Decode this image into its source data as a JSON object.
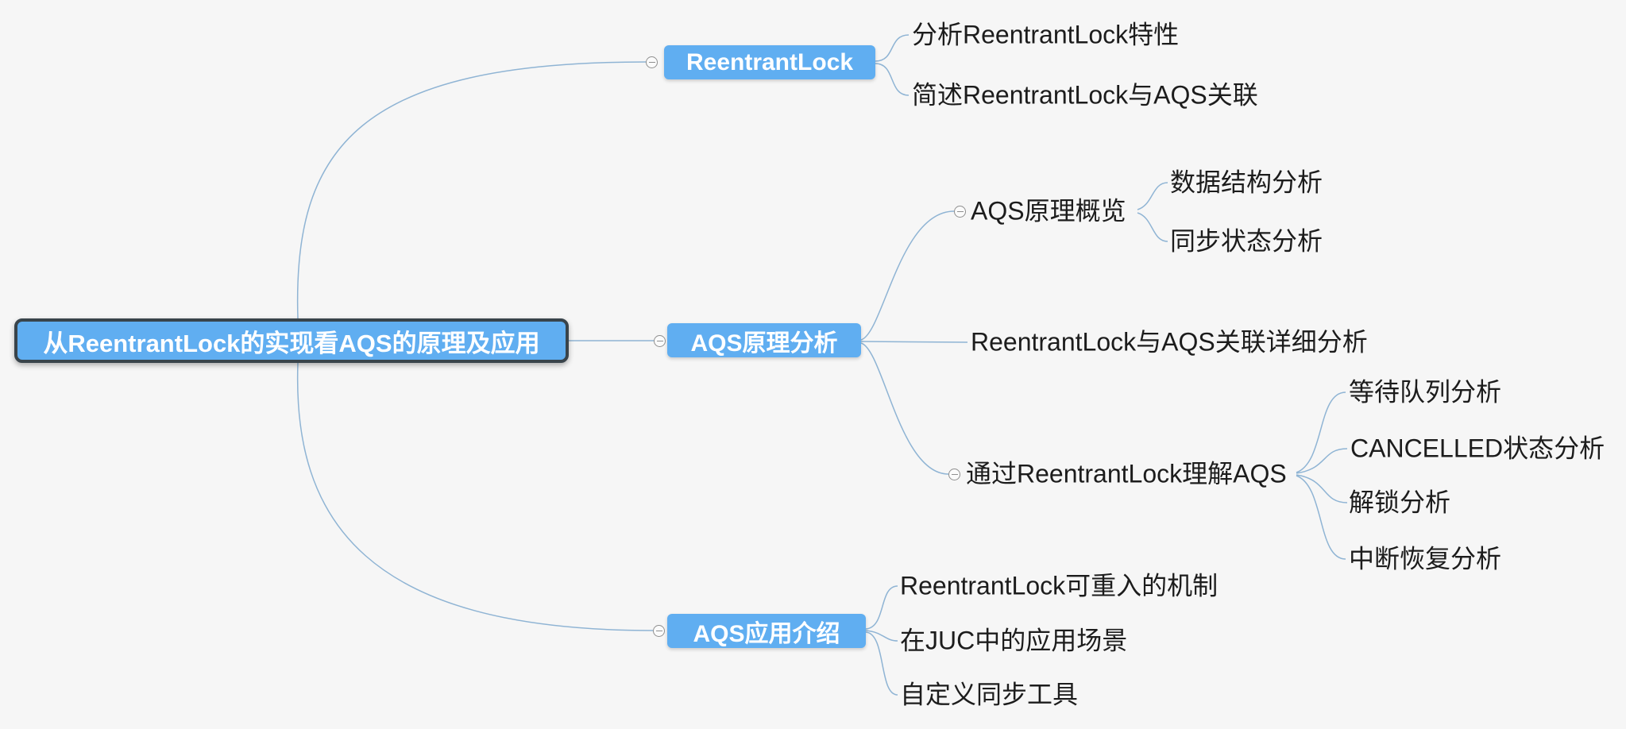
{
  "app": {
    "type": "mindmap",
    "colors": {
      "background": "#f6f6f6",
      "node_fill": "#60aef1",
      "node_text": "#ffffff",
      "root_border": "#39444b",
      "edge": "#8fb4d4",
      "leaf_text": "#1c1c1c",
      "collapse_border": "#8f8f8f"
    }
  },
  "map": {
    "root": {
      "label": "从ReentrantLock的实现看AQS的原理及应用"
    },
    "branches": [
      {
        "label": "ReentrantLock",
        "children": [
          {
            "label": "分析ReentrantLock特性"
          },
          {
            "label": "简述ReentrantLock与AQS关联"
          }
        ]
      },
      {
        "label": "AQS原理分析",
        "children": [
          {
            "label": "AQS原理概览",
            "children": [
              {
                "label": "数据结构分析"
              },
              {
                "label": "同步状态分析"
              }
            ]
          },
          {
            "label": "ReentrantLock与AQS关联详细分析"
          },
          {
            "label": "通过ReentrantLock理解AQS",
            "children": [
              {
                "label": "等待队列分析"
              },
              {
                "label": "CANCELLED状态分析"
              },
              {
                "label": "解锁分析"
              },
              {
                "label": "中断恢复分析"
              }
            ]
          }
        ]
      },
      {
        "label": "AQS应用介绍",
        "children": [
          {
            "label": "ReentrantLock可重入的机制"
          },
          {
            "label": "在JUC中的应用场景"
          },
          {
            "label": "自定义同步工具"
          }
        ]
      }
    ]
  },
  "icons": {
    "collapse": "minus-circle"
  }
}
